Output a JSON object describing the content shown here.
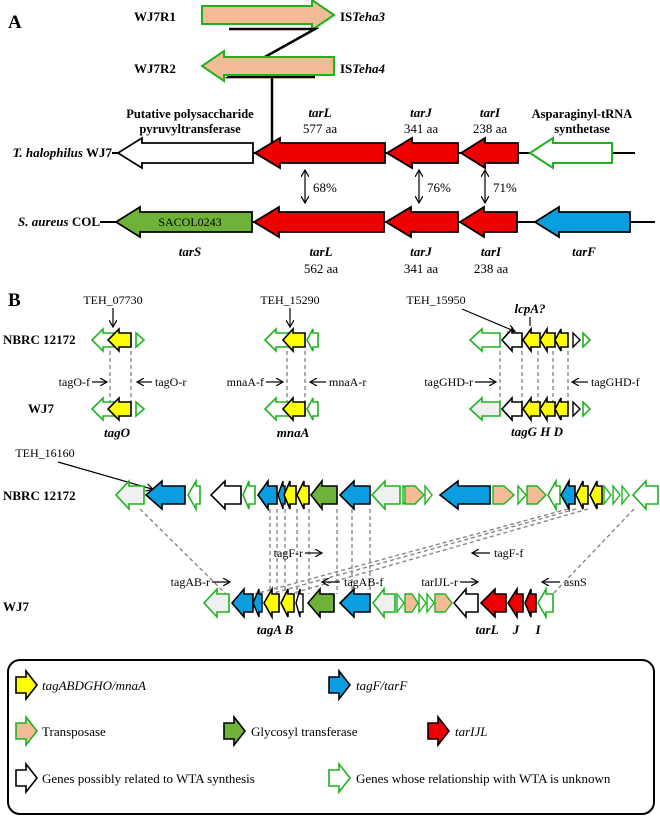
{
  "colors": {
    "tag": "#ffff00",
    "tar_f": "#0a9ddf",
    "transposase": "#f4bc96",
    "glycosyl": "#6fb23a",
    "tar_ijl": "#ee0000",
    "unknown_stroke": "#1eb31e",
    "wta_related": "#ffffff",
    "light_gray": "#f0f0f0",
    "dash": "#888888"
  },
  "panel_a": {
    "label": "A",
    "strain_wj7r1": "WJ7R1",
    "strain_wj7r2": "WJ7R2",
    "is3_prefix": "IS",
    "is3_italic": "Teha3",
    "is4_prefix": "IS",
    "is4_italic": "Teha4",
    "putative_line1": "Putative polysaccharide",
    "putative_line2": "pyruvyltransferase",
    "asn_line1": "Asparaginyl-tRNA",
    "asn_line2": "synthetase",
    "thal_italic": "T. halophilus",
    "thal_suffix": " WJ7",
    "saur_italic": "S. aureus",
    "saur_suffix": " COL",
    "genes_top": [
      {
        "name": "tarL",
        "aa": "577 aa"
      },
      {
        "name": "tarJ",
        "aa": "341 aa"
      },
      {
        "name": "tarI",
        "aa": "238 aa"
      }
    ],
    "identity": [
      "68%",
      "76%",
      "71%"
    ],
    "sacol": "SACOL0243",
    "tars": "tarS",
    "genes_bottom": [
      {
        "name": "tarL",
        "aa": "562 aa"
      },
      {
        "name": "tarJ",
        "aa": "341 aa"
      },
      {
        "name": "tarI",
        "aa": "238 aa"
      }
    ],
    "tarf": "tarF"
  },
  "panel_b": {
    "label": "B",
    "nbrc": "NBRC 12172",
    "wj7": "WJ7",
    "locus_07730": "TEH_07730",
    "locus_15290": "TEH_15290",
    "locus_15950": "TEH_15950",
    "locus_16160": "TEH_16160",
    "lcpa": "lcpA?",
    "tago_f": "tagO-f",
    "tago_r": "tagO-r",
    "mnaa_f": "mnaA-f",
    "mnaa_r": "mnaA-r",
    "tagghd_r": "tagGHD-r",
    "tagghd_f": "tagGHD-f",
    "tago": "tagO",
    "mnaa": "mnaA",
    "tagghd": "tagG H D",
    "tagf_r": "tagF-r",
    "tagf_f": "tagF-f",
    "tagab_r": "tagAB-r",
    "tagab_f": "tagAB-f",
    "tarijl_r": "tarIJL-r",
    "asns": "asnS",
    "tagab": "tagA B",
    "tarl_label": "tarL",
    "j_label": "J",
    "i_label": "I"
  },
  "legend": {
    "tag": "tagABDGHO/mnaA",
    "tagf": "tagF/tarF",
    "transposase": "Transposase",
    "glycosyl": "Glycosyl transferase",
    "tarijl": "tarIJL",
    "wta_related": "Genes possibly related to WTA synthesis",
    "unknown": "Genes whose relationship with WTA is unknown"
  }
}
